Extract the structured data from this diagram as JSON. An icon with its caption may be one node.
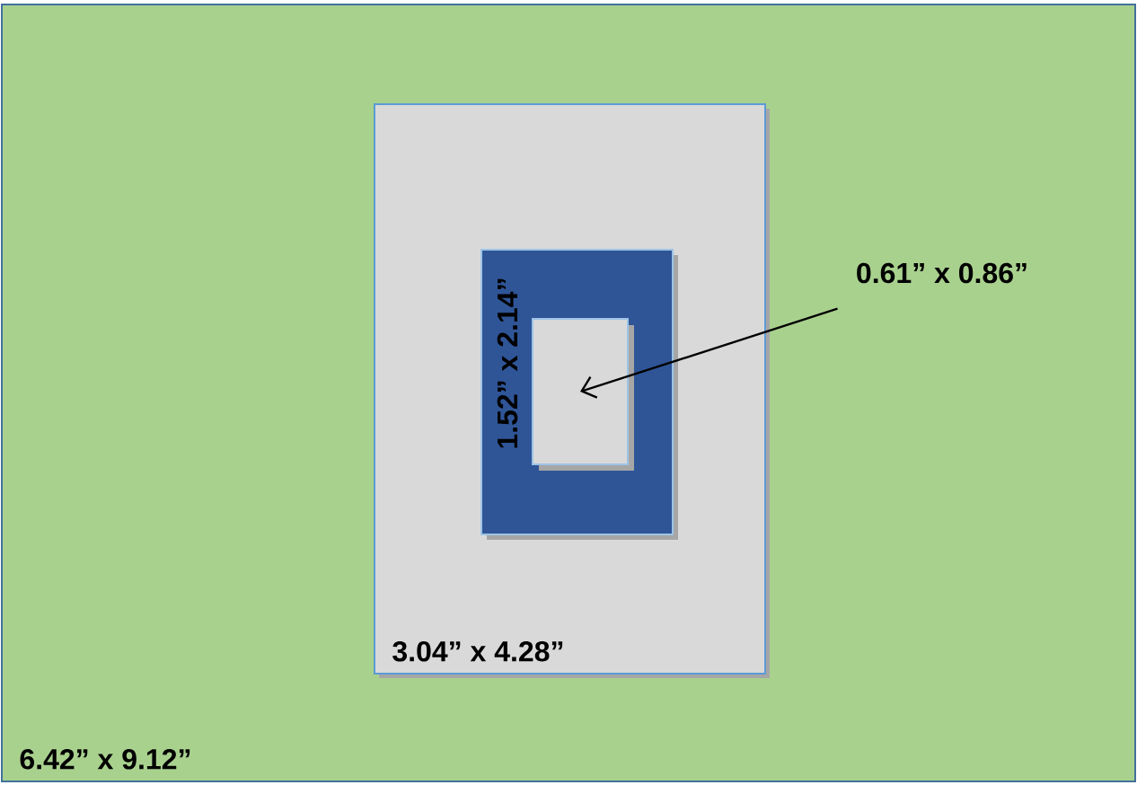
{
  "diagram": {
    "nodes": [
      {
        "text": [
          "6.42” x 9.12”"
        ]
      },
      {
        "text": [
          "3.04” x 4.28”"
        ],
        "in": 0
      },
      {
        "text": [
          "1.52” x 2.14”"
        ],
        "in": 1
      },
      {
        "text": [],
        "shape": "box",
        "in": 2
      },
      {
        "text": [
          "0.61” x 0.86”"
        ],
        "in": 0
      }
    ],
    "edges": [
      {
        "from": 4,
        "to": 3,
        "arrow": "to"
      }
    ]
  }
}
